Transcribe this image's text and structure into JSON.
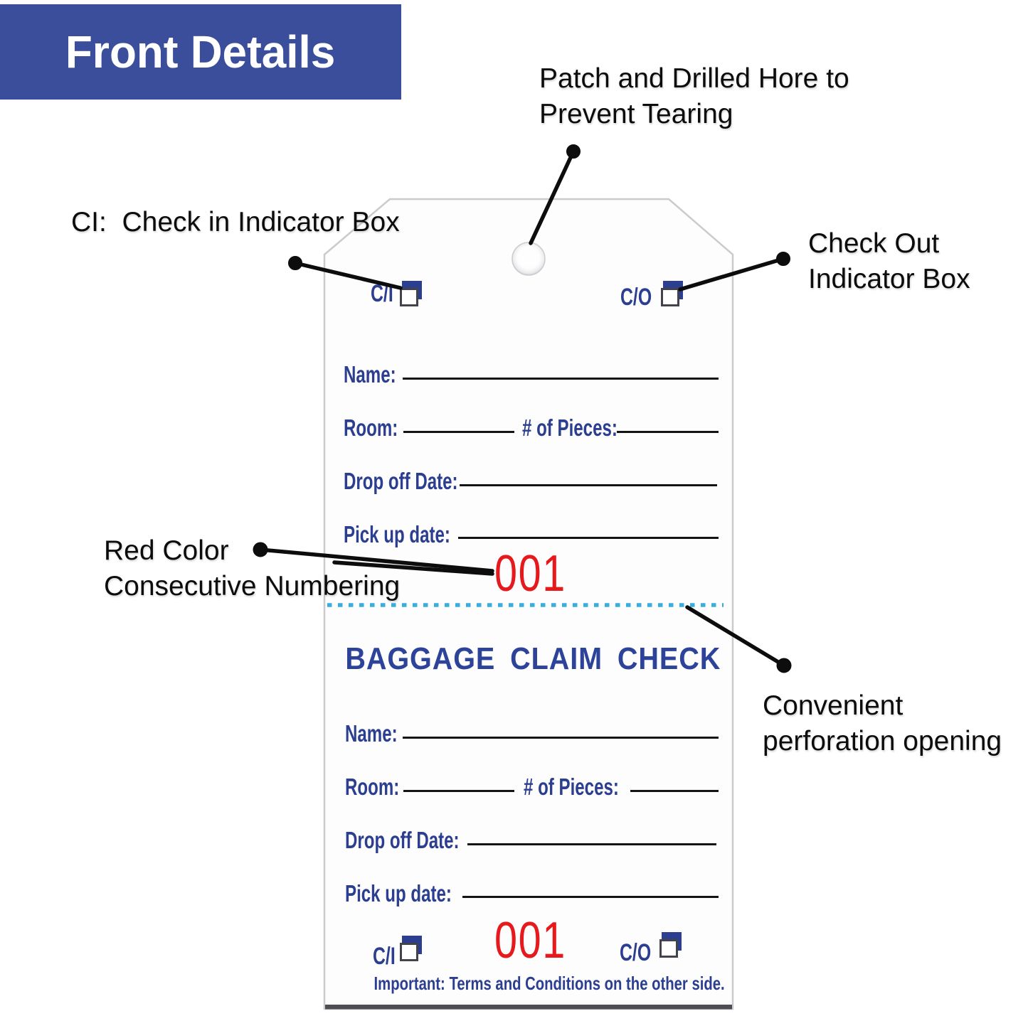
{
  "banner": {
    "title": "Front Details",
    "background": "#3b4e9c"
  },
  "annotations": {
    "patch_hole": "Patch and Drilled Hore to\nPrevent Tearing",
    "check_in": "CI:  Check in Indicator Box",
    "check_out": "Check Out\nIndicator Box",
    "numbering": "Red Color\nConsecutive Numbering",
    "perforation": "Convenient\nperforation opening"
  },
  "tag": {
    "check_in_label": "C/I",
    "check_out_label": "C/O",
    "serial_upper": "001",
    "serial_lower": "001",
    "claim_heading": "BAGGAGE CLAIM CHECK",
    "footer_note": "Important: Terms and Conditions on the other side.",
    "upper_fields": {
      "name": "Name:",
      "room": "Room:",
      "pieces": "# of Pieces:",
      "drop_off": "Drop off Date:",
      "pick_up": "Pick up date:"
    },
    "lower_fields": {
      "name": "Name:",
      "room": "Room:",
      "pieces": "# of Pieces:",
      "drop_off": "Drop off Date:",
      "pick_up": "Pick up date:"
    }
  },
  "icons": {
    "hole": "punch-hole",
    "checkbox": "indicator-checkbox",
    "leader_dot": "callout-dot",
    "perforation_line": "dotted-perforation"
  },
  "colors": {
    "banner_blue": "#3b4e9c",
    "label_navy": "#2b3e90",
    "heading_blue": "#2c4399",
    "serial_red": "#e6191d",
    "perforation_cyan": "#3aadde",
    "leader_black": "#0d0d0d",
    "tag_border_gray": "#c9c9c9"
  }
}
